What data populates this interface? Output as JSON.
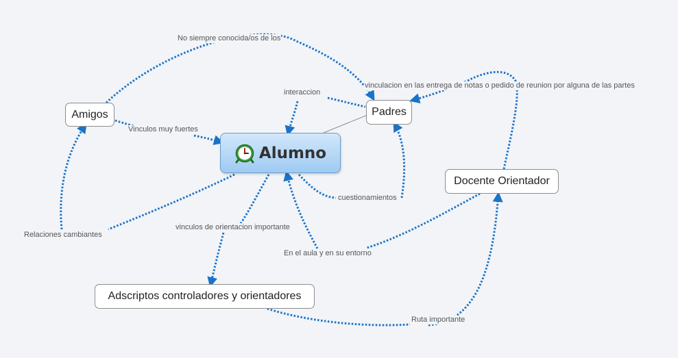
{
  "central": {
    "label": "Alumno",
    "icon": "alarm-clock-icon"
  },
  "nodes": {
    "amigos": "Amigos",
    "padres": "Padres",
    "docente": "Docente Orientador",
    "adscriptos": "Adscriptos controladores y orientadores"
  },
  "links": {
    "no_siempre": "No siempre conocida/os de los",
    "interaccion": "interaccion",
    "vinculacion": "vinculacion en las entrega de notas o pedido de reunion por alguna de las partes",
    "vinculos_fuertes": "Vinculos muy fuertes",
    "cuestionamientos": "cuestionamientos",
    "relaciones": "Relaciones cambiantes",
    "orientacion": "vinculos de orientacion importante",
    "aula": "En el aula y en su entorno",
    "ruta": "Ruta importante"
  },
  "colors": {
    "connector": "#1a73c9",
    "node_border": "#8d8d8d",
    "central_fill": "#b9dbfa"
  }
}
